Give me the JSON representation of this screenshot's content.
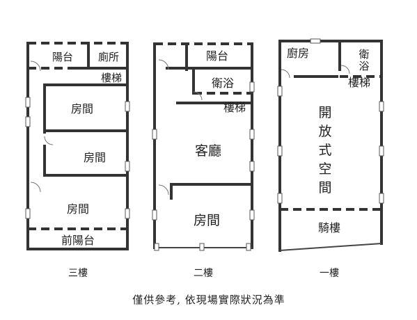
{
  "floor3": {
    "caption": "三樓",
    "balcony": "陽台",
    "toilet": "廁所",
    "stairs": "樓梯",
    "room1": "房間",
    "room2": "房間",
    "room3": "房間",
    "front_balcony": "前陽台"
  },
  "floor2": {
    "caption": "二樓",
    "balcony": "陽台",
    "bath": "衛浴",
    "stairs": "樓梯",
    "living": "客廳",
    "room": "房間"
  },
  "floor1": {
    "caption": "一樓",
    "kitchen": "廚房",
    "bath_line1": "衛",
    "bath_line2": "浴",
    "stairs": "樓梯",
    "open_1": "開",
    "open_2": "放",
    "open_3": "式",
    "open_4": "空",
    "open_5": "間",
    "arcade": "騎樓"
  },
  "note": "僅供參考, 依現場實際狀況為準"
}
